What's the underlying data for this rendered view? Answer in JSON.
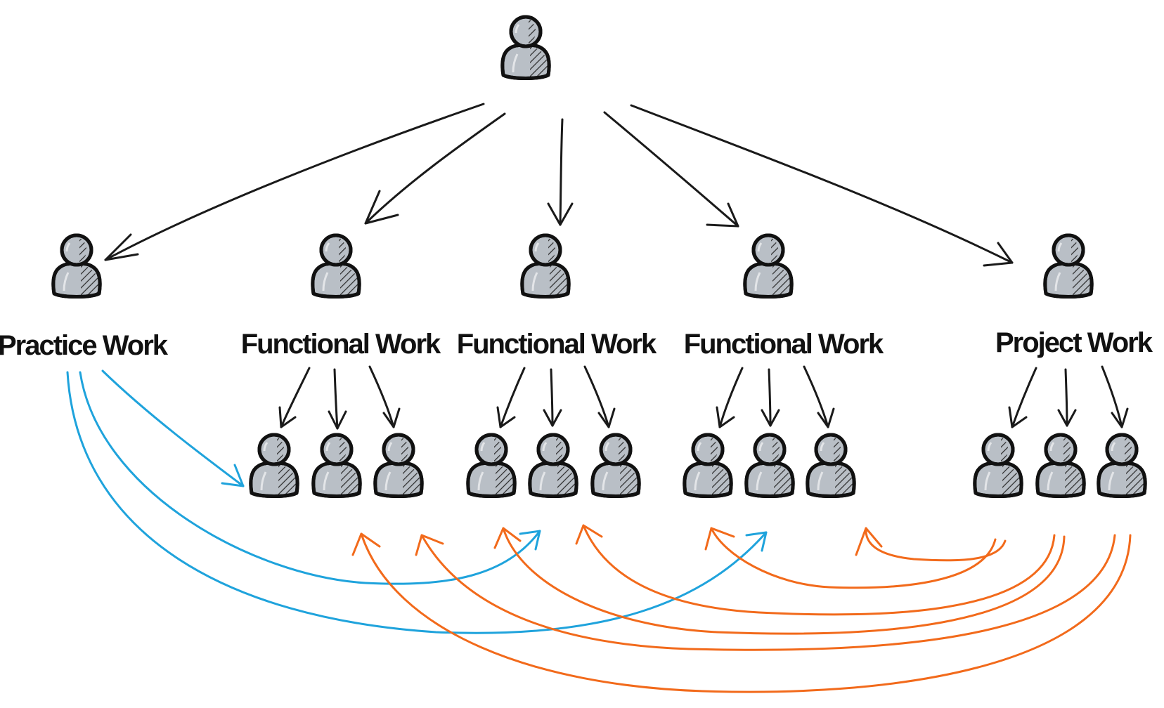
{
  "colors": {
    "figure_fill": "#b9bfc6",
    "figure_outline": "#111111",
    "hatch": "#2a2a2a",
    "hierarchy_arrow": "#1a1a1a",
    "practice_arrow": "#1fa3dc",
    "project_arrow": "#f26a1b"
  },
  "top": {
    "icon": "person-icon"
  },
  "groups": [
    {
      "label": "Practice Work",
      "icon": "person-icon",
      "members": 0
    },
    {
      "label": "Functional Work",
      "icon": "person-icon",
      "members": 3
    },
    {
      "label": "Functional Work",
      "icon": "person-icon",
      "members": 3
    },
    {
      "label": "Functional Work",
      "icon": "person-icon",
      "members": 3
    },
    {
      "label": "Project Work",
      "icon": "person-icon",
      "members": 3
    }
  ]
}
